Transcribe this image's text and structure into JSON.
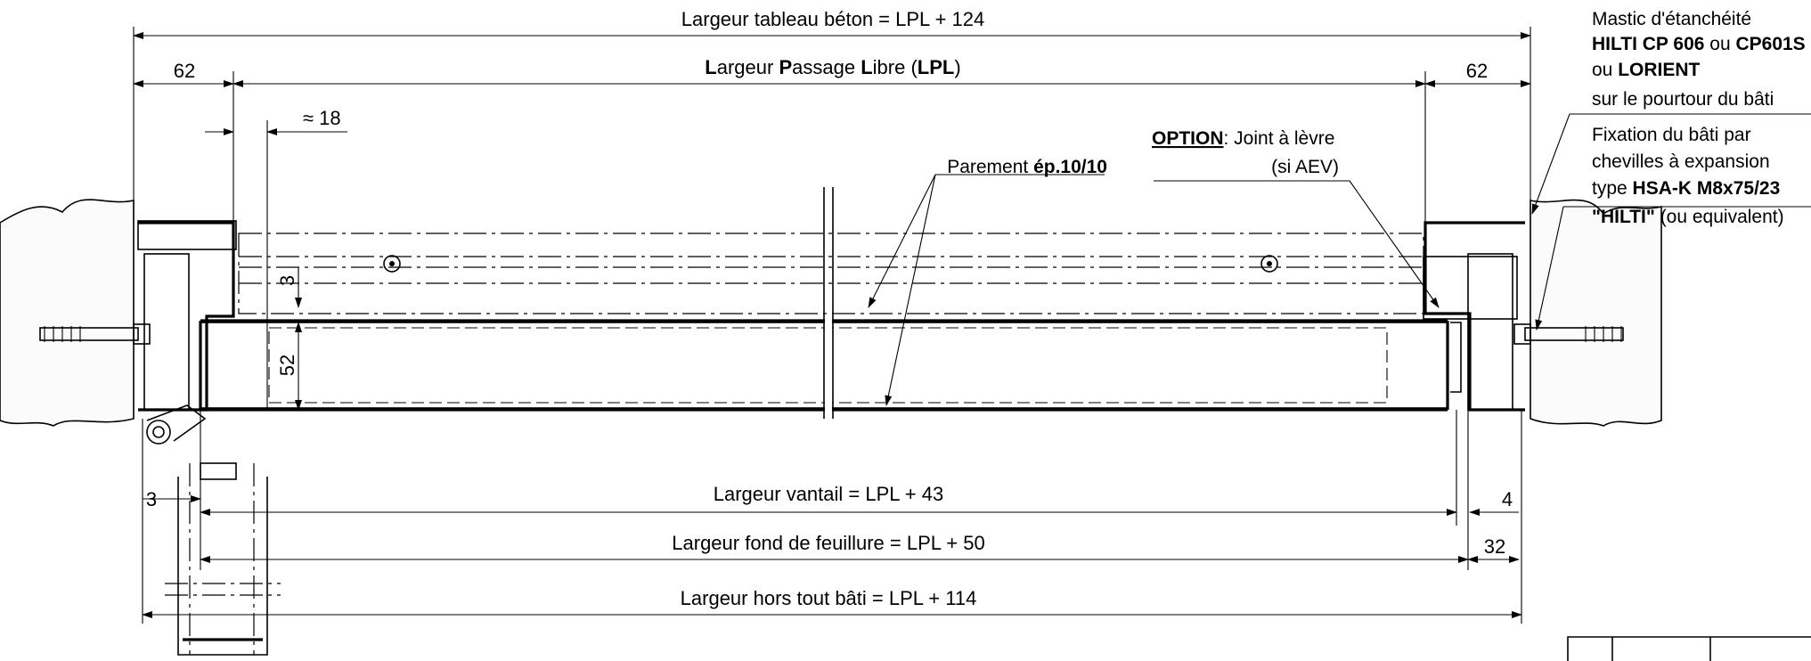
{
  "dimensions": {
    "tableau_beton": "Largeur tableau béton = LPL + 124",
    "passage_libre_parts": [
      "L",
      "argeur ",
      "P",
      "assage ",
      "L",
      "ibre (",
      "LPL",
      ")"
    ],
    "side_left": "62",
    "side_right": "62",
    "approx_18": "≈ 18",
    "thickness_3": "3",
    "thickness_52": "52",
    "vantail": "Largeur vantail = LPL + 43",
    "fond_feuillure": "Largeur fond de feuillure = LPL + 50",
    "hors_tout": "Largeur hors tout bâti = LPL + 114",
    "gap_left": "3",
    "gap_right": "4",
    "gap_32": "32"
  },
  "notes": {
    "parement_prefix": "Parement ",
    "parement_bold": "ép.10/10",
    "option_bold": "OPTION",
    "option_rest": ": Joint à lèvre",
    "option_line2": "(si AEV)",
    "mastic_line1": "Mastic d'étanchéité",
    "mastic_bold1": "HILTI CP 606",
    "mastic_mid": " ou ",
    "mastic_bold2": "CP601S",
    "mastic_line3_pre": "ou ",
    "mastic_line3_bold": "LORIENT",
    "mastic_line4": "sur le pourtour du bâti",
    "fixation_line1": "Fixation du bâti par",
    "fixation_line2": "chevilles à expansion",
    "fixation_line3_pre": "type ",
    "fixation_line3_bold": "HSA-K M8x75/23",
    "fixation_line4_bold": "\"HILTI\"",
    "fixation_line4_rest": " (ou equivalent)"
  }
}
